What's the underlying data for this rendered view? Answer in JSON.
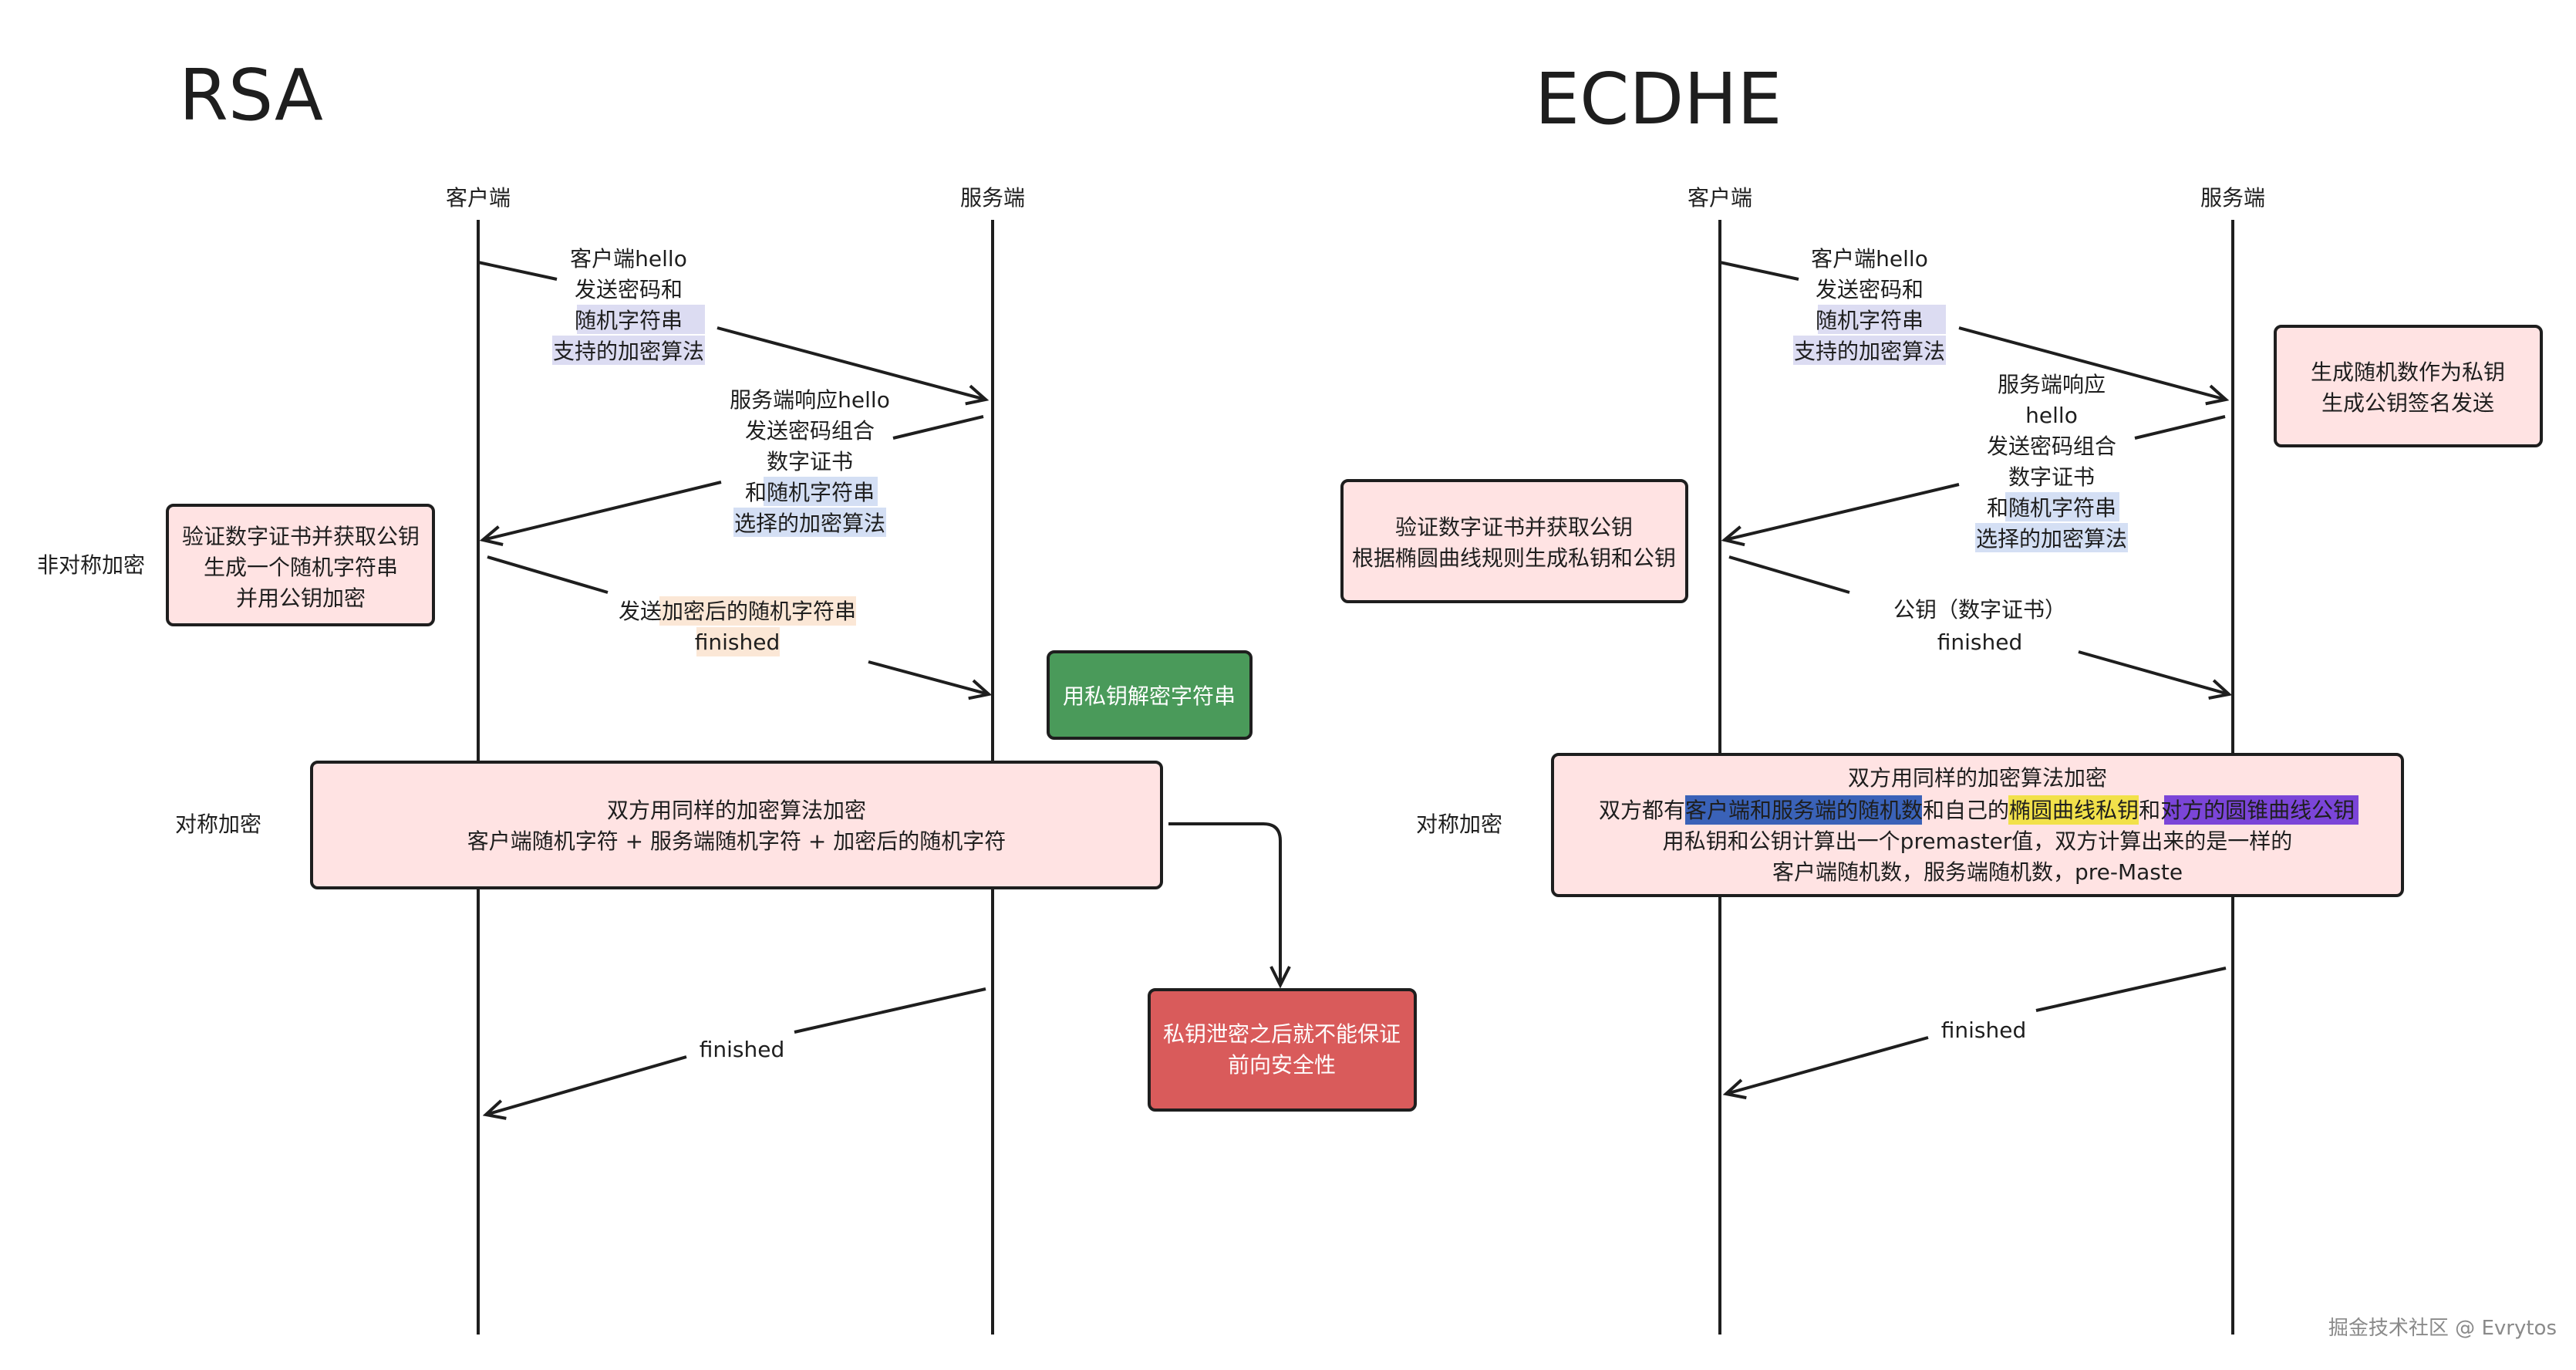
{
  "rsa": {
    "title": "RSA",
    "client_label": "客户端",
    "server_label": "服务端",
    "msg_client_hello": [
      "客户端hello",
      "发送密码和",
      "随机字符串",
      "支持的加密算法"
    ],
    "msg_server_hello": [
      "服务端响应hello",
      "发送密码组合",
      "数字证书",
      "和随机字符串",
      "选择的加密算法"
    ],
    "box_verify": [
      "验证数字证书并获取公钥",
      "生成一个随机字符串",
      "并用公钥加密"
    ],
    "label_asym": "非对称加密",
    "msg_send_encrypted": [
      "发送加密后的随机字符串",
      "finished"
    ],
    "box_decrypt": "用私钥解密字符串",
    "label_sym": "对称加密",
    "box_symmetric": [
      "双方用同样的加密算法加密",
      "客户端随机字符 + 服务端随机字符 + 加密后的随机字符"
    ],
    "msg_finished": "finished",
    "box_private_leak": [
      "私钥泄密之后就不能保证",
      "前向安全性"
    ]
  },
  "ecdhe": {
    "title": "ECDHE",
    "client_label": "客户端",
    "server_label": "服务端",
    "msg_client_hello": [
      "客户端hello",
      "发送密码和",
      "随机字符串",
      "支持的加密算法"
    ],
    "msg_server_hello": [
      "服务端响应",
      "hello",
      "发送密码组合",
      "数字证书",
      "和随机字符串",
      "选择的加密算法"
    ],
    "box_server_key": [
      "生成随机数作为私钥",
      "生成公钥签名发送"
    ],
    "box_verify": [
      "验证数字证书并获取公钥",
      "根据椭圆曲线规则生成私钥和公钥"
    ],
    "msg_pubkey": [
      "公钥（数字证书）",
      "finished"
    ],
    "label_sym": "对称加密",
    "box_symmetric": {
      "line1": "双方用同样的加密算法加密",
      "line2_parts": [
        "双方都有",
        "客户端和服务端的随机数",
        "和自己的",
        "椭圆曲线私钥",
        "和",
        "对方的圆锥曲线公钥"
      ],
      "line3": "用私钥和公钥计算出一个premaster值，双方计算出来的是一样的",
      "line4": "客户端随机数，服务端随机数，pre-Maste"
    },
    "msg_finished": "finished"
  },
  "watermark": "掘金技术社区 @ Evrytos",
  "colors": {
    "pink_box": "#ffe3e3",
    "green_box": "#4a9a5a",
    "red_box": "#d95b5b",
    "hl_lavender": "#dcdcf2",
    "hl_blue": "#d4dff4",
    "hl_peach": "#fbe7d6",
    "hl_strong_blue": "#3a62b8",
    "hl_yellow": "#f2e14a",
    "hl_purple": "#7b45d8"
  }
}
